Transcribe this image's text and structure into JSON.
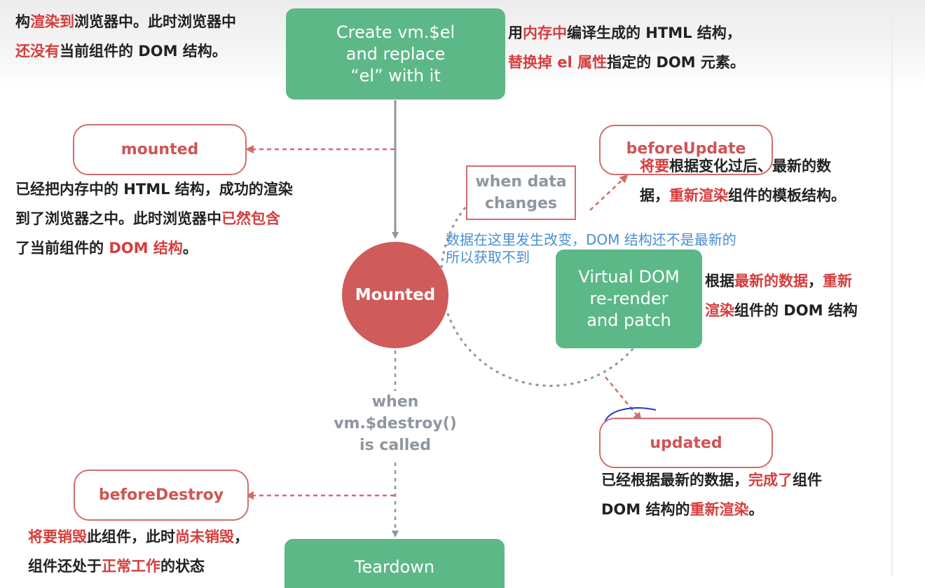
{
  "boxes": {
    "create": "Create vm.$el\nand replace\n“el” with it",
    "virtual_dom": "Virtual DOM\nre-render\nand patch",
    "teardown": "Teardown",
    "mounted_circle": "Mounted"
  },
  "hooks": {
    "mounted": "mounted",
    "before_update": "beforeUpdate",
    "updated": "updated",
    "before_destroy": "beforeDestroy"
  },
  "labels": {
    "when_data_changes": "when data\nchanges",
    "when_destroy": "when\nvm.$destroy()\nis called"
  },
  "note": "数据在这里发生改变，DOM 结构还不是最新的\n所以获取不到",
  "texts": {
    "top_left": [
      [
        {
          "t": "构"
        },
        {
          "t": "渲染到",
          "r": true
        },
        {
          "t": "浏览器中。此时浏览器中"
        }
      ],
      [
        {
          "t": "还没有",
          "r": true
        },
        {
          "t": "当前组件的 DOM 结构。"
        }
      ]
    ],
    "top_right": [
      [
        {
          "t": "用"
        },
        {
          "t": "内存中",
          "r": true
        },
        {
          "t": "编译生成的 HTML 结构，"
        }
      ],
      [
        {
          "t": "替换掉 el 属性",
          "r": true
        },
        {
          "t": "指定的 DOM 元素。"
        }
      ]
    ],
    "mounted_desc": [
      [
        {
          "t": "已经把内存中的 HTML 结构，成功的渲染"
        }
      ],
      [
        {
          "t": "到了浏览器之中。此时浏览器中"
        },
        {
          "t": "已然包含",
          "r": true
        }
      ],
      [
        {
          "t": "了当前组件的 "
        },
        {
          "t": "DOM 结构",
          "r": true
        },
        {
          "t": "。"
        }
      ]
    ],
    "before_update_desc": [
      [
        {
          "t": "将要",
          "r": true
        },
        {
          "t": "根据变化过后、最新的数"
        }
      ],
      [
        {
          "t": "据，"
        },
        {
          "t": "重新渲染",
          "r": true
        },
        {
          "t": "组件的模板结构。"
        }
      ]
    ],
    "virtual_dom_desc": [
      [
        {
          "t": "根据"
        },
        {
          "t": "最新的数据",
          "r": true
        },
        {
          "t": "，"
        },
        {
          "t": "重新",
          "r": true
        }
      ],
      [
        {
          "t": "渲染",
          "r": true
        },
        {
          "t": "组件的 DOM 结构"
        }
      ]
    ],
    "updated_desc": [
      [
        {
          "t": "已经根据最新的数据，"
        },
        {
          "t": "完成了",
          "r": true
        },
        {
          "t": "组件"
        }
      ],
      [
        {
          "t": "DOM 结构的"
        },
        {
          "t": "重新渲染",
          "r": true
        },
        {
          "t": "。"
        }
      ]
    ],
    "before_destroy_desc": [
      [
        {
          "t": "将要销毁",
          "r": true
        },
        {
          "t": "此组件，此时"
        },
        {
          "t": "尚未销毁",
          "r": true
        },
        {
          "t": "，"
        }
      ],
      [
        {
          "t": "组件还处于"
        },
        {
          "t": "正常工作",
          "r": true
        },
        {
          "t": "的状态"
        }
      ]
    ]
  },
  "colors": {
    "green_box": "#5db888",
    "hook_border": "#d26d6d",
    "highlight_red": "#d63d3d",
    "mounted_circle": "#cf5b5b",
    "gray_label": "#8e969e",
    "note_blue": "#4a8fd0"
  }
}
